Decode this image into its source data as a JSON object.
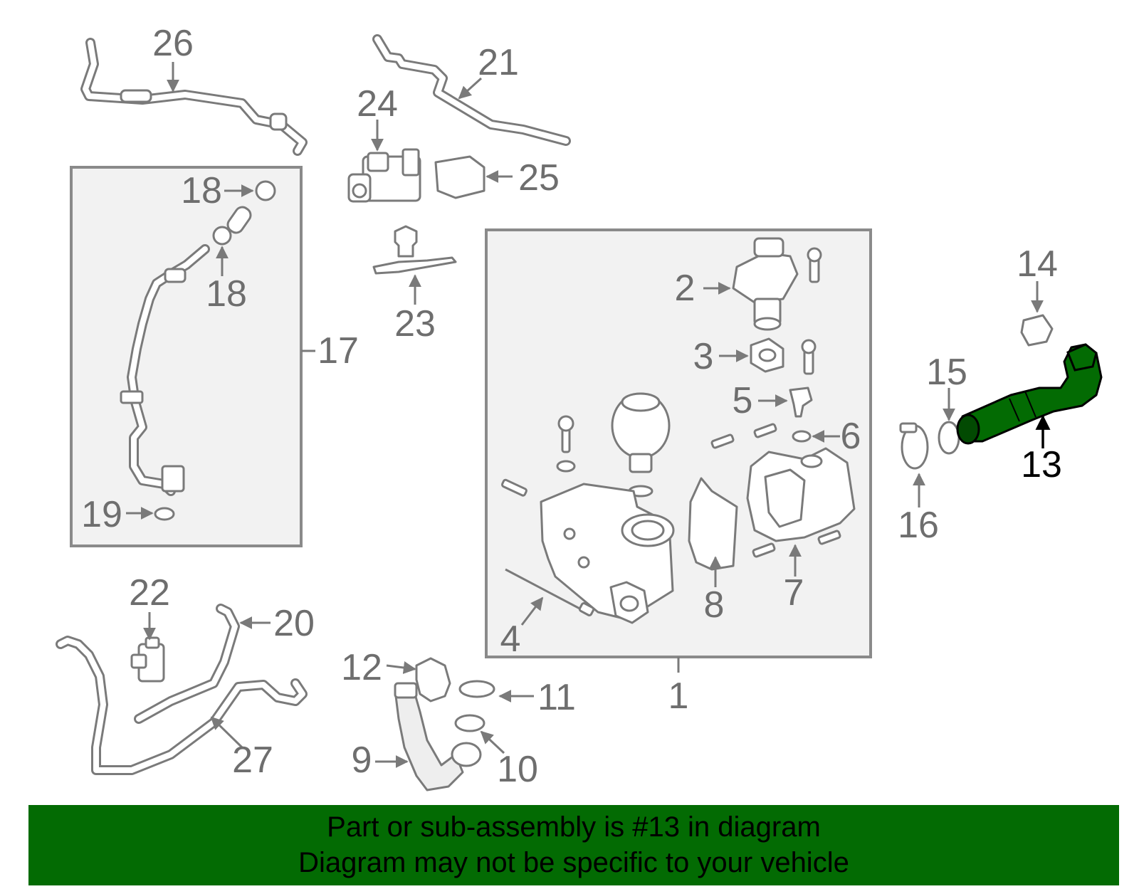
{
  "callouts": {
    "c1": "1",
    "c2": "2",
    "c3": "3",
    "c4": "4",
    "c5": "5",
    "c6": "6",
    "c7": "7",
    "c8": "8",
    "c9": "9",
    "c10": "10",
    "c11": "11",
    "c12": "12",
    "c13": "13",
    "c14": "14",
    "c15": "15",
    "c16": "16",
    "c17": "17",
    "c18a": "18",
    "c18b": "18",
    "c19": "19",
    "c20": "20",
    "c21": "21",
    "c22": "22",
    "c23": "23",
    "c24": "24",
    "c25": "25",
    "c26": "26",
    "c27": "27"
  },
  "highlight": {
    "part_number": "13",
    "color": "#036b03"
  },
  "banner": {
    "line1": "Part or sub-assembly is #13 in diagram",
    "line2": "Diagram may not be specific to your vehicle",
    "background": "#036b03"
  }
}
